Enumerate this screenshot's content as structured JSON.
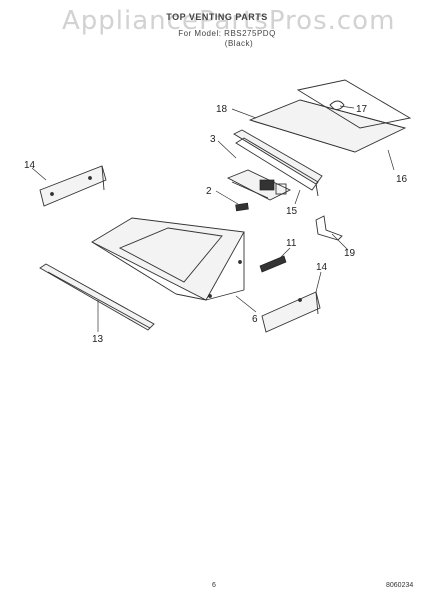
{
  "watermark": "AppliancePartsPros.com",
  "header": {
    "title": "TOP VENTING PARTS",
    "model": "For Model: RBS275PDQ",
    "color": "(Black)"
  },
  "callouts": [
    "18",
    "17",
    "3",
    "14",
    "16",
    "2",
    "15",
    "11",
    "19",
    "14",
    "6",
    "13"
  ],
  "footer": {
    "page": "6",
    "doc": "8060234"
  }
}
